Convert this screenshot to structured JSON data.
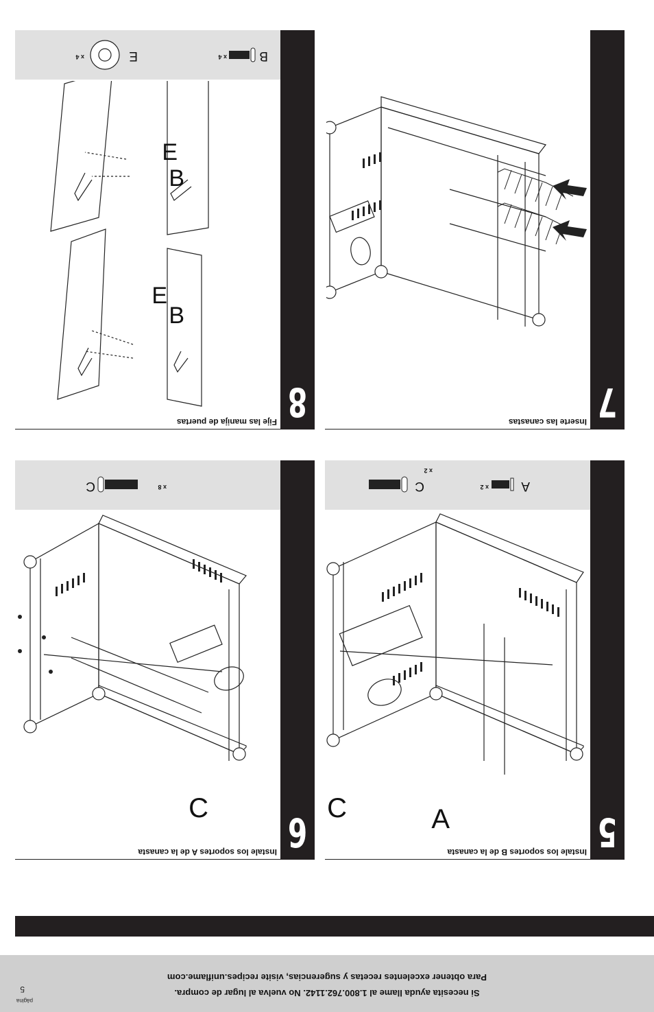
{
  "footer": {
    "page_label": "página",
    "page_number": "5",
    "help_line": "Si necesita ayuda llame al 1.800.762.1142. No vuelva al lugar de compra.",
    "recipes_line": "Para obtener excelentes recetas y sugerencias, visite recipes.uniflame.com"
  },
  "steps": [
    {
      "number": "5",
      "title": "Instale los soportes B de la canasta",
      "callouts": [
        "A",
        "C"
      ],
      "hardware": [
        {
          "letter": "A",
          "qty": "x 2"
        },
        {
          "letter": "C",
          "qty": "x 2"
        }
      ]
    },
    {
      "number": "6",
      "title": "Instale los soportes A de la canasta",
      "callouts": [
        "C"
      ],
      "hardware": [
        {
          "letter": "C",
          "qty": "x 8"
        }
      ]
    },
    {
      "number": "7",
      "title": "Inserte las canastas"
    },
    {
      "number": "8",
      "title": "Fije las manija de puertas",
      "callouts": [
        "B",
        "E",
        "B",
        "E"
      ],
      "hardware": [
        {
          "letter": "B",
          "qty": "x 4"
        },
        {
          "letter": "E",
          "qty": "x 4"
        }
      ]
    }
  ]
}
